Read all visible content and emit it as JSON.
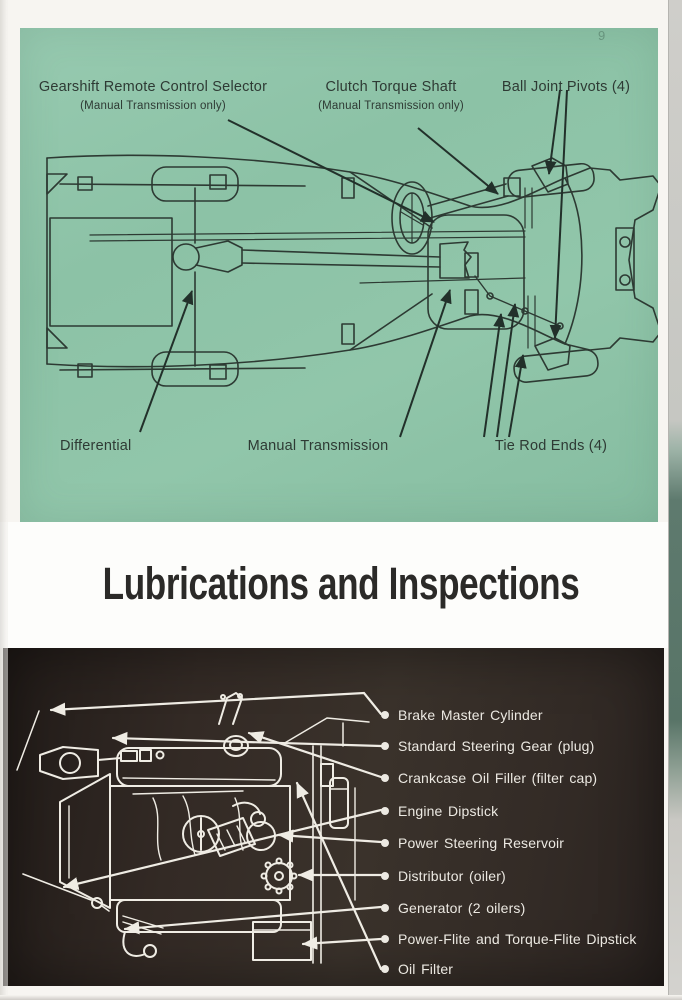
{
  "page": {
    "number": "9"
  },
  "chassis_diagram": {
    "gearshift_label": "Gearshift Remote Control Selector",
    "gearshift_sub": "(Manual Transmission only)",
    "clutch_label": "Clutch Torque Shaft",
    "clutch_sub": "(Manual Transmission only)",
    "ball_joints_label": "Ball Joint Pivots (4)",
    "differential_label": "Differential",
    "manual_transmission_label": "Manual Transmission",
    "tie_rod_label": "Tie Rod Ends (4)"
  },
  "heading": {
    "title": "Lubrications and Inspections"
  },
  "lubrication_diagram": {
    "items": [
      "Brake Master Cylinder",
      "Standard Steering Gear (plug)",
      "Crankcase Oil Filler (filter cap)",
      "Engine Dipstick",
      "Power Steering Reservoir",
      "Distributor (oiler)",
      "Generator (2 oilers)",
      "Power-Flite and Torque-Flite Dipstick",
      "Oil Filter"
    ]
  },
  "colors": {
    "teal": "#8ec4a8",
    "dark": "#332a25",
    "paper": "#f7f5f1",
    "ink": "#2d3a33",
    "wink": "#efece4"
  }
}
